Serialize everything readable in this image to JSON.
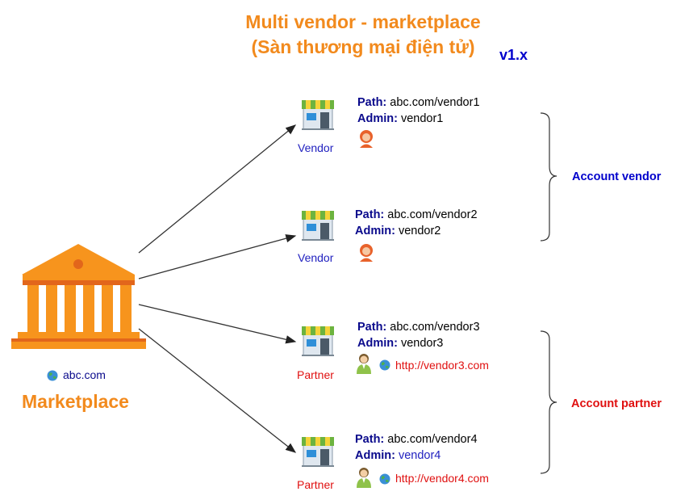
{
  "title": {
    "line1": "Multi vendor - marketplace",
    "line2": "(Sàn thương mại điện tử)",
    "version": "v1.x"
  },
  "marketplace": {
    "url": "abc.com",
    "label": "Marketplace",
    "icon": "bank-building-icon"
  },
  "labels": {
    "path": "Path:",
    "admin": "Admin:"
  },
  "nodes": [
    {
      "type_label": "Vendor",
      "path": "abc.com/vendor1",
      "admin": "vendor1",
      "link": ""
    },
    {
      "type_label": "Vendor",
      "path": "abc.com/vendor2",
      "admin": "vendor2",
      "link": ""
    },
    {
      "type_label": "Partner",
      "path": "abc.com/vendor3",
      "admin": "vendor3",
      "link": "http://vendor3.com"
    },
    {
      "type_label": "Partner",
      "path": "abc.com/vendor4",
      "admin": "vendor4",
      "link": "http://vendor4.com"
    }
  ],
  "groups": {
    "vendor": "Account vendor",
    "partner": "Account partner"
  },
  "colors": {
    "orange": "#f28a1d",
    "blue": "#0000cc",
    "red": "#e01010"
  }
}
